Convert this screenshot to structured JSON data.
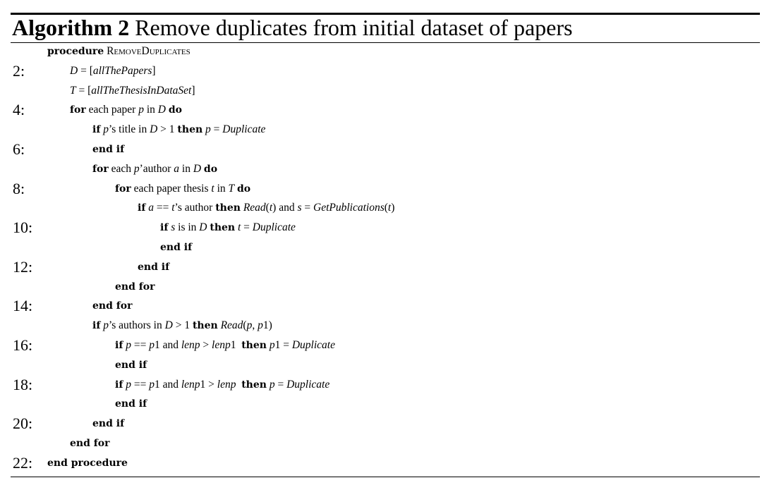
{
  "caption": {
    "label": "Algorithm 2",
    "title": "Remove duplicates from initial dataset of papers"
  },
  "lines": [
    {
      "num": "",
      "indent": 0,
      "parts": [
        {
          "t": "kw",
          "v": "procedure"
        },
        {
          "t": "txt",
          "v": " "
        },
        {
          "t": "sc",
          "v": "RemoveDuplicates"
        }
      ]
    },
    {
      "num": "2:",
      "indent": 1,
      "parts": [
        {
          "t": "m",
          "v": "D"
        },
        {
          "t": "txt",
          "v": " = ["
        },
        {
          "t": "m",
          "v": "allThePapers"
        },
        {
          "t": "txt",
          "v": "]"
        }
      ]
    },
    {
      "num": "",
      "indent": 1,
      "parts": [
        {
          "t": "m",
          "v": "T"
        },
        {
          "t": "txt",
          "v": " = ["
        },
        {
          "t": "m",
          "v": "allTheThesisInDataSet"
        },
        {
          "t": "txt",
          "v": "]"
        }
      ]
    },
    {
      "num": "4:",
      "indent": 1,
      "parts": [
        {
          "t": "kw",
          "v": "for"
        },
        {
          "t": "txt",
          "v": " each paper "
        },
        {
          "t": "m",
          "v": "p"
        },
        {
          "t": "txt",
          "v": " in "
        },
        {
          "t": "m",
          "v": "D"
        },
        {
          "t": "txt",
          "v": " "
        },
        {
          "t": "kw",
          "v": "do"
        }
      ]
    },
    {
      "num": "",
      "indent": 2,
      "parts": [
        {
          "t": "kw",
          "v": "if"
        },
        {
          "t": "txt",
          "v": " "
        },
        {
          "t": "m",
          "v": "p"
        },
        {
          "t": "txt",
          "v": "’s title in "
        },
        {
          "t": "m",
          "v": "D"
        },
        {
          "t": "txt",
          "v": " > 1 "
        },
        {
          "t": "kw",
          "v": "then"
        },
        {
          "t": "txt",
          "v": " "
        },
        {
          "t": "m",
          "v": "p"
        },
        {
          "t": "txt",
          "v": " = "
        },
        {
          "t": "m",
          "v": "Duplicate"
        }
      ]
    },
    {
      "num": "6:",
      "indent": 2,
      "parts": [
        {
          "t": "kw",
          "v": "end if"
        }
      ]
    },
    {
      "num": "",
      "indent": 2,
      "parts": [
        {
          "t": "kw",
          "v": "for"
        },
        {
          "t": "txt",
          "v": " each "
        },
        {
          "t": "m",
          "v": "p"
        },
        {
          "t": "txt",
          "v": "’author "
        },
        {
          "t": "m",
          "v": "a"
        },
        {
          "t": "txt",
          "v": " in "
        },
        {
          "t": "m",
          "v": "D"
        },
        {
          "t": "txt",
          "v": " "
        },
        {
          "t": "kw",
          "v": "do"
        }
      ]
    },
    {
      "num": "8:",
      "indent": 3,
      "parts": [
        {
          "t": "kw",
          "v": "for"
        },
        {
          "t": "txt",
          "v": " each paper thesis "
        },
        {
          "t": "m",
          "v": "t"
        },
        {
          "t": "txt",
          "v": " in "
        },
        {
          "t": "m",
          "v": "T"
        },
        {
          "t": "txt",
          "v": " "
        },
        {
          "t": "kw",
          "v": "do"
        }
      ]
    },
    {
      "num": "",
      "indent": 4,
      "parts": [
        {
          "t": "kw",
          "v": "if"
        },
        {
          "t": "txt",
          "v": " "
        },
        {
          "t": "m",
          "v": "a"
        },
        {
          "t": "txt",
          "v": " == "
        },
        {
          "t": "m",
          "v": "t"
        },
        {
          "t": "txt",
          "v": "’s author "
        },
        {
          "t": "kw",
          "v": "then"
        },
        {
          "t": "txt",
          "v": " "
        },
        {
          "t": "m",
          "v": "Read"
        },
        {
          "t": "txt",
          "v": "("
        },
        {
          "t": "m",
          "v": "t"
        },
        {
          "t": "txt",
          "v": ") and "
        },
        {
          "t": "m",
          "v": "s"
        },
        {
          "t": "txt",
          "v": " = "
        },
        {
          "t": "m",
          "v": "GetPublications"
        },
        {
          "t": "txt",
          "v": "("
        },
        {
          "t": "m",
          "v": "t"
        },
        {
          "t": "txt",
          "v": ")"
        }
      ]
    },
    {
      "num": "10:",
      "indent": 5,
      "parts": [
        {
          "t": "kw",
          "v": "if"
        },
        {
          "t": "txt",
          "v": " "
        },
        {
          "t": "m",
          "v": "s"
        },
        {
          "t": "txt",
          "v": " is in "
        },
        {
          "t": "m",
          "v": "D"
        },
        {
          "t": "txt",
          "v": " "
        },
        {
          "t": "kw",
          "v": "then"
        },
        {
          "t": "txt",
          "v": " "
        },
        {
          "t": "m",
          "v": "t"
        },
        {
          "t": "txt",
          "v": " = "
        },
        {
          "t": "m",
          "v": "Duplicate"
        }
      ]
    },
    {
      "num": "",
      "indent": 5,
      "parts": [
        {
          "t": "kw",
          "v": "end if"
        }
      ]
    },
    {
      "num": "12:",
      "indent": 4,
      "parts": [
        {
          "t": "kw",
          "v": "end if"
        }
      ]
    },
    {
      "num": "",
      "indent": 3,
      "parts": [
        {
          "t": "kw",
          "v": "end for"
        }
      ]
    },
    {
      "num": "14:",
      "indent": 2,
      "parts": [
        {
          "t": "kw",
          "v": "end for"
        }
      ]
    },
    {
      "num": "",
      "indent": 2,
      "parts": [
        {
          "t": "kw",
          "v": "if"
        },
        {
          "t": "txt",
          "v": " "
        },
        {
          "t": "m",
          "v": "p"
        },
        {
          "t": "txt",
          "v": "’s authors in "
        },
        {
          "t": "m",
          "v": "D"
        },
        {
          "t": "txt",
          "v": " > 1 "
        },
        {
          "t": "kw",
          "v": "then"
        },
        {
          "t": "txt",
          "v": " "
        },
        {
          "t": "m",
          "v": "Read"
        },
        {
          "t": "txt",
          "v": "("
        },
        {
          "t": "m",
          "v": "p"
        },
        {
          "t": "txt",
          "v": ", "
        },
        {
          "t": "m",
          "v": "p"
        },
        {
          "t": "txt",
          "v": "1)"
        }
      ]
    },
    {
      "num": "16:",
      "indent": 3,
      "parts": [
        {
          "t": "kw",
          "v": "if"
        },
        {
          "t": "txt",
          "v": " "
        },
        {
          "t": "m",
          "v": "p"
        },
        {
          "t": "txt",
          "v": " == "
        },
        {
          "t": "m",
          "v": "p"
        },
        {
          "t": "txt",
          "v": "1 and "
        },
        {
          "t": "m",
          "v": "lenp"
        },
        {
          "t": "txt",
          "v": " > "
        },
        {
          "t": "m",
          "v": "lenp"
        },
        {
          "t": "txt",
          "v": "1  "
        },
        {
          "t": "kw",
          "v": "then"
        },
        {
          "t": "txt",
          "v": " "
        },
        {
          "t": "m",
          "v": "p"
        },
        {
          "t": "txt",
          "v": "1 = "
        },
        {
          "t": "m",
          "v": "Duplicate"
        }
      ]
    },
    {
      "num": "",
      "indent": 3,
      "parts": [
        {
          "t": "kw",
          "v": "end if"
        }
      ]
    },
    {
      "num": "18:",
      "indent": 3,
      "parts": [
        {
          "t": "kw",
          "v": "if"
        },
        {
          "t": "txt",
          "v": " "
        },
        {
          "t": "m",
          "v": "p"
        },
        {
          "t": "txt",
          "v": " == "
        },
        {
          "t": "m",
          "v": "p"
        },
        {
          "t": "txt",
          "v": "1 and "
        },
        {
          "t": "m",
          "v": "lenp"
        },
        {
          "t": "txt",
          "v": "1 > "
        },
        {
          "t": "m",
          "v": "lenp"
        },
        {
          "t": "txt",
          "v": "  "
        },
        {
          "t": "kw",
          "v": "then"
        },
        {
          "t": "txt",
          "v": " "
        },
        {
          "t": "m",
          "v": "p"
        },
        {
          "t": "txt",
          "v": " = "
        },
        {
          "t": "m",
          "v": "Duplicate"
        }
      ]
    },
    {
      "num": "",
      "indent": 3,
      "parts": [
        {
          "t": "kw",
          "v": "end if"
        }
      ]
    },
    {
      "num": "20:",
      "indent": 2,
      "parts": [
        {
          "t": "kw",
          "v": "end if"
        }
      ]
    },
    {
      "num": "",
      "indent": 1,
      "parts": [
        {
          "t": "kw",
          "v": "end for"
        }
      ]
    },
    {
      "num": "22:",
      "indent": 0,
      "parts": [
        {
          "t": "kw",
          "v": "end procedure"
        }
      ]
    }
  ]
}
